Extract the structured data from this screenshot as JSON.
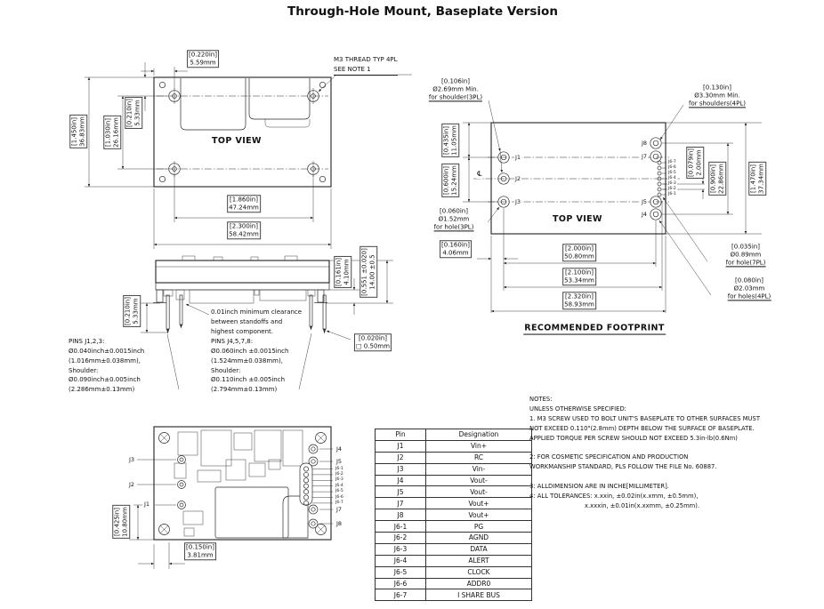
{
  "title": "Through-Hole Mount, Baseplate Version",
  "colors": {
    "line": "#2a2a2a",
    "text": "#111111",
    "bg": "#ffffff"
  },
  "top_view": {
    "label": "TOP VIEW",
    "m3_note": [
      "M3 THREAD TYP 4PL",
      "SEE NOTE 1"
    ],
    "dims": {
      "top": {
        "in": "[0.220in]",
        "mm": "5.59mm"
      },
      "left_outer": {
        "in": "[1.450in]",
        "mm": "36.83mm"
      },
      "left_mid": {
        "in": "[1.030in]",
        "mm": "26.16mm"
      },
      "left_inner": {
        "in": "[0.210in]",
        "mm": "5.33mm"
      },
      "bottom_inner": {
        "in": "[1.860in]",
        "mm": "47.24mm"
      },
      "bottom_outer": {
        "in": "[2.300in]",
        "mm": "58.42mm"
      }
    }
  },
  "footprint": {
    "label": "TOP VIEW",
    "caption": "RECOMMENDED FOOTPRINT",
    "centerline": "℄",
    "pins": {
      "j1": "J1",
      "j2": "J2",
      "j3": "J3",
      "j4": "J4",
      "j5": "J5",
      "j7": "J7",
      "j8": "J8"
    },
    "j6_labels": [
      "J6-7",
      "J6-6",
      "J6-5",
      "J6-4",
      "J6-3",
      "J6-2",
      "J6-1"
    ],
    "annotations": {
      "shoulder3": [
        "[0.106in]",
        "Ø2.69mm Min.",
        "for shoulder(3PL)"
      ],
      "shoulders4": [
        "[0.130in]",
        "Ø3.30mm Min.",
        "for shoulders(4PL)"
      ],
      "hole3": [
        "[0.060in]",
        "Ø1.52mm",
        "for hole(3PL)"
      ],
      "hole7": [
        "[0.035in]",
        "Ø0.89mm",
        "for hole(7PL)"
      ],
      "holes4": [
        "[0.080in]",
        "Ø2.03mm",
        "for holes(4PL)"
      ]
    },
    "dims": {
      "left_top": {
        "in": "[0.435in]",
        "mm": "11.05mm"
      },
      "left_mid": {
        "in": "[0.600in]",
        "mm": "15.24mm"
      },
      "right_small": {
        "in": "[0.079in]",
        "mm": "2.00mm"
      },
      "right_mid": {
        "in": "[0.900in]",
        "mm": "22.86mm"
      },
      "right_outer": {
        "in": "[1.470in]",
        "mm": "37.34mm"
      },
      "bottom_edge": {
        "in": "[0.160in]",
        "mm": "4.06mm"
      },
      "bottom_pins": {
        "in": "[2.000in]",
        "mm": "50.80mm"
      },
      "bottom_mid": {
        "in": "[2.100in]",
        "mm": "53.34mm"
      },
      "bottom_outer": {
        "in": "[2.320in]",
        "mm": "58.93mm"
      }
    }
  },
  "side_view": {
    "clearance_note": [
      "0.01inch minimum clearance",
      "between standoffs and",
      "highest component."
    ],
    "dims": {
      "pin_len": {
        "in": "[0.210in]",
        "mm": "5.33mm"
      },
      "standoff": {
        "in": "[0.161in]",
        "mm": "4.10mm"
      },
      "height": {
        "in": "[0.551 ±0.020]",
        "mm": "14.00 ±0.5"
      },
      "pin_sq": {
        "in": "[0.020in]",
        "mm": "□ 0.50mm"
      }
    },
    "pins_note_a": [
      "PINS J1,2,3:",
      "Ø0.040inch±0.0015inch",
      "(1.016mm±0.038mm),",
      "Shoulder:",
      "Ø0.090inch±0.005inch",
      "(2.286mm±0.13mm)"
    ],
    "pins_note_b": [
      "PINS J4,5,7,8:",
      "Ø0.060inch ±0.0015inch",
      "(1.524mm±0.038mm),",
      "Shoulder:",
      "Ø0.110inch ±0.005inch",
      "(2.794mm±0.13mm)"
    ]
  },
  "pcb_view": {
    "labels_left": [
      "J3",
      "J2",
      "J1"
    ],
    "labels_right_top": [
      "J4",
      "J5"
    ],
    "j6_labels": [
      "J6-1",
      "J6-2",
      "J6-3",
      "J6-4",
      "J6-5",
      "J6-6",
      "J6-7"
    ],
    "labels_right_bottom": [
      "J7",
      "J8"
    ],
    "dims": {
      "vertical": {
        "in": "[0.425in]",
        "mm": "10.80mm"
      },
      "horizontal": {
        "in": "[0.150in]",
        "mm": "3.81mm"
      }
    }
  },
  "pin_table": {
    "headers": [
      "Pin",
      "Designation"
    ],
    "rows": [
      [
        "J1",
        "Vin+"
      ],
      [
        "J2",
        "RC"
      ],
      [
        "J3",
        "Vin-"
      ],
      [
        "J4",
        "Vout-"
      ],
      [
        "J5",
        "Vout-"
      ],
      [
        "J7",
        "Vout+"
      ],
      [
        "J8",
        "Vout+"
      ],
      [
        "J6-1",
        "PG"
      ],
      [
        "J6-2",
        "AGND"
      ],
      [
        "J6-3",
        "DATA"
      ],
      [
        "J6-4",
        "ALERT"
      ],
      [
        "J6-5",
        "CLOCK"
      ],
      [
        "J6-6",
        "ADDR0"
      ],
      [
        "J6-7",
        "I SHARE BUS"
      ]
    ]
  },
  "notes": {
    "lines": [
      "NOTES:",
      "UNLESS OTHERWISE SPECIFIED:",
      "1. M3 SCREW USED TO BOLT UNIT'S BASEPLATE TO OTHER SURFACES MUST",
      "NOT EXCEED 0.110\"(2.8mm) DEPTH BELOW THE SURFACE OF BASEPLATE.",
      "APPLIED TORQUE PER SCREW SHOULD NOT EXCEED 5.3in-lb(0.6Nm)",
      "",
      "2: FOR COSMETIC SPECIFICATION AND PRODUCTION",
      "WORKMANSHIP STANDARD, PLS FOLLOW THE FILE No. 60887.",
      "",
      "3: ALLDIMENSION ARE IN INCHE[MILLIMETER].",
      "4: ALL TOLERANCES: x.xxin, ±0.02in(x.xmm, ±0.5mm),",
      "x.xxxin, ±0.01in(x.xxmm, ±0.25mm)."
    ]
  }
}
